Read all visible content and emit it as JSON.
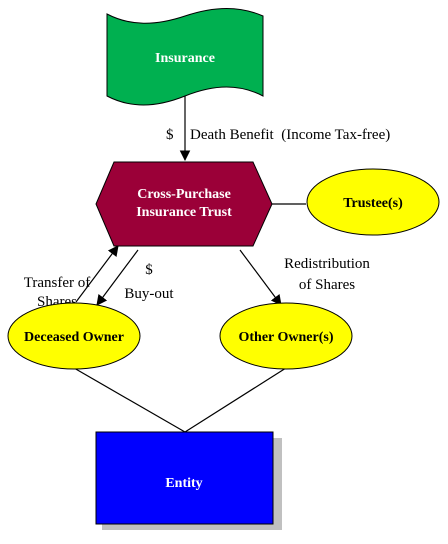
{
  "nodes": {
    "insurance": {
      "label": "Insurance",
      "fill": "#00b050",
      "text_color": "#ffffff"
    },
    "trust": {
      "line1": "Cross-Purchase",
      "line2": "Insurance Trust",
      "fill": "#9b0038",
      "text_color": "#ffffff"
    },
    "trustee": {
      "label": "Trustee(s)",
      "fill": "#ffff00",
      "text_color": "#000000"
    },
    "deceased_owner": {
      "label": "Deceased Owner",
      "fill": "#ffff00",
      "text_color": "#000000"
    },
    "other_owners": {
      "label": "Other Owner(s)",
      "fill": "#ffff00",
      "text_color": "#000000"
    },
    "entity": {
      "label": "Entity",
      "fill": "#0000ff",
      "text_color": "#ffffff"
    }
  },
  "edges": {
    "death_benefit": {
      "symbol": "$",
      "text": "Death Benefit  (Income Tax-free)"
    },
    "transfer": {
      "line1": "Transfer of",
      "line2": "Shares"
    },
    "buyout": {
      "line1": "$",
      "line2": "Buy-out"
    },
    "redistribution": {
      "line1": "Redistribution",
      "line2": "of Shares"
    }
  },
  "colors": {
    "line": "#000000",
    "shadow": "#c0c0c0"
  }
}
